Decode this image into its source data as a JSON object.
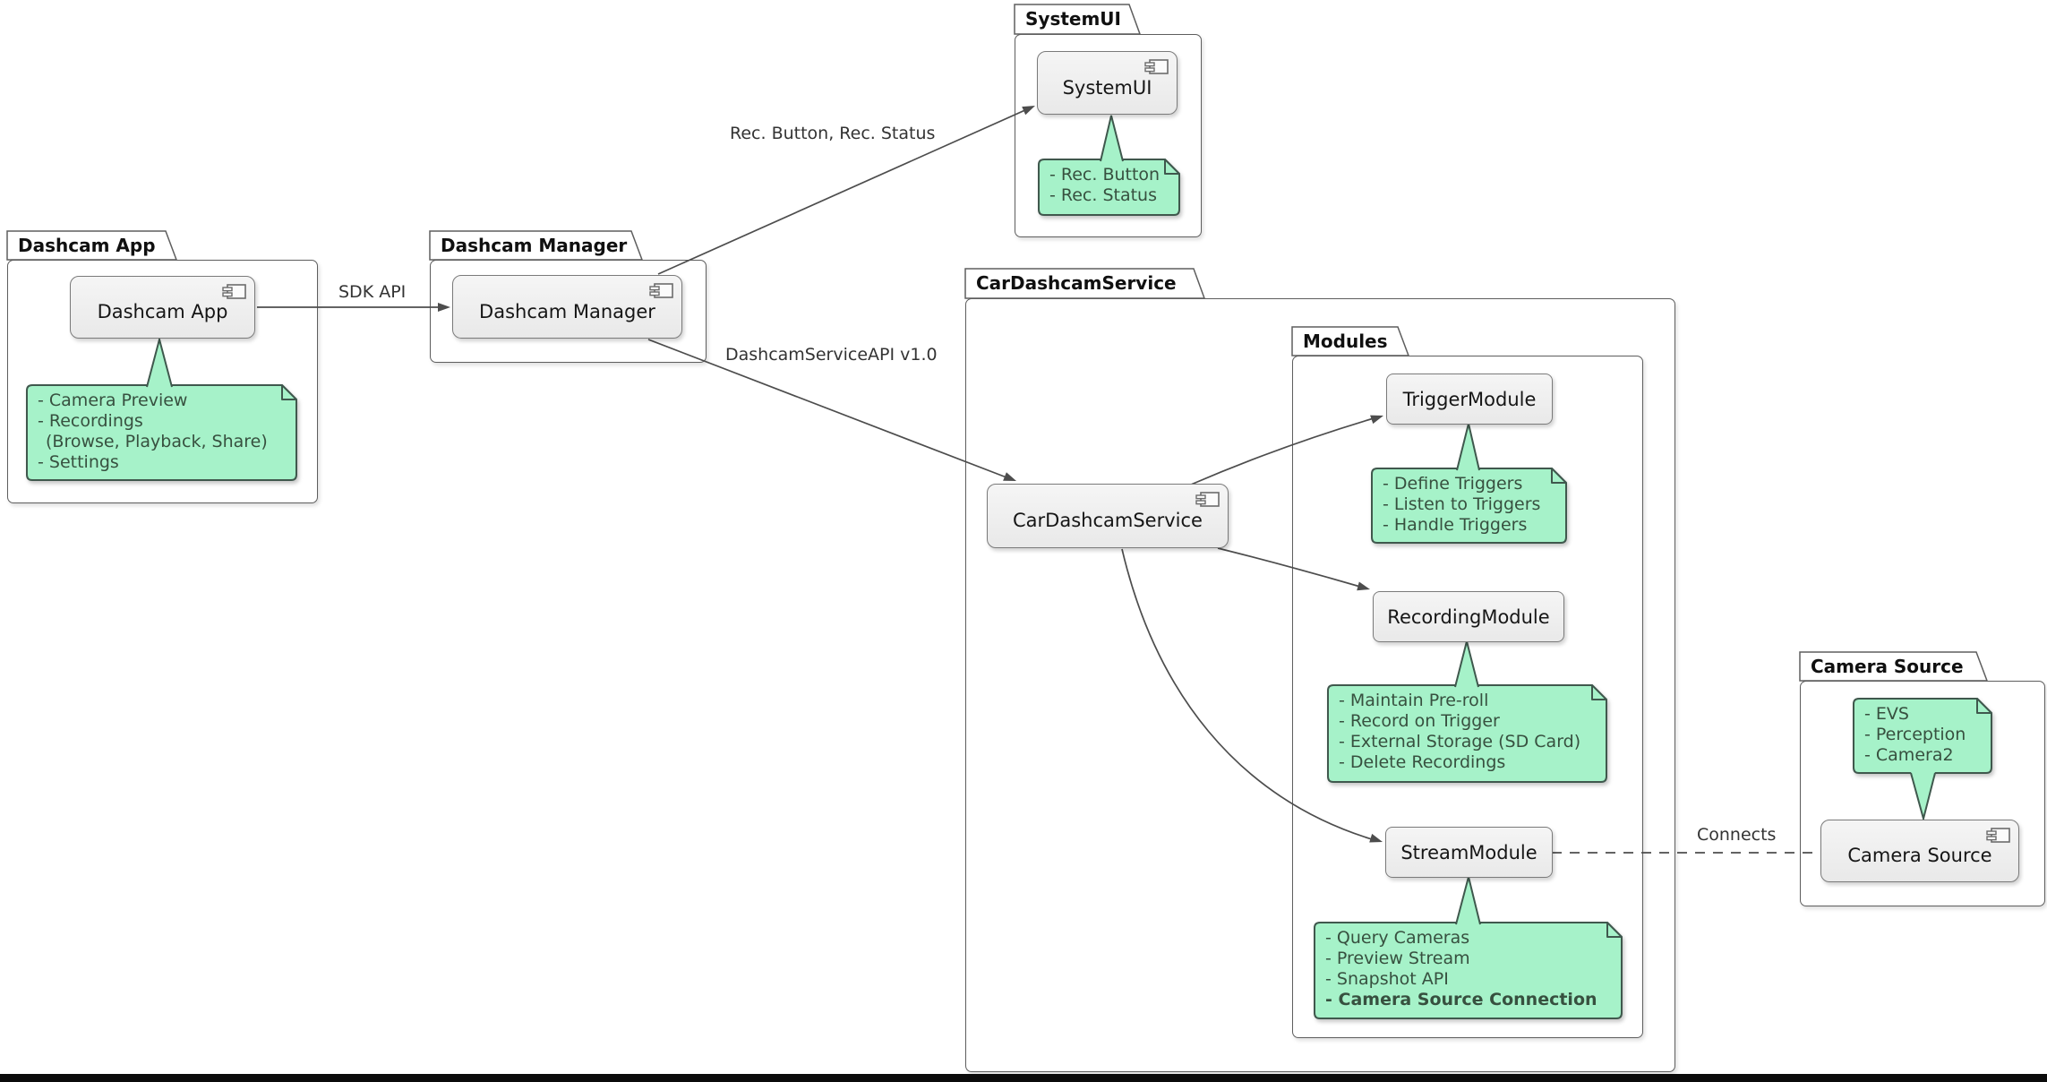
{
  "diagram": {
    "packages": [
      {
        "title": "Dashcam App"
      },
      {
        "title": "Dashcam Manager"
      },
      {
        "title": "SystemUI"
      },
      {
        "title": "CarDashcamService"
      },
      {
        "title": "Modules"
      },
      {
        "title": "Camera Source"
      }
    ],
    "components": [
      {
        "label": "Dashcam App"
      },
      {
        "label": "Dashcam Manager"
      },
      {
        "label": "SystemUI"
      },
      {
        "label": "CarDashcamService"
      },
      {
        "label": "TriggerModule"
      },
      {
        "label": "RecordingModule"
      },
      {
        "label": "StreamModule"
      },
      {
        "label": "Camera Source"
      }
    ],
    "notes": [
      {
        "attached_to": "Dashcam App",
        "lines": [
          "- Camera Preview",
          "- Recordings",
          "(Browse, Playback, Share)",
          "- Settings"
        ]
      },
      {
        "attached_to": "SystemUI",
        "lines": [
          "- Rec. Button",
          "- Rec. Status"
        ]
      },
      {
        "attached_to": "TriggerModule",
        "lines": [
          "- Define Triggers",
          "- Listen to Triggers",
          "- Handle Triggers"
        ]
      },
      {
        "attached_to": "RecordingModule",
        "lines": [
          "- Maintain Pre-roll",
          "- Record on Trigger",
          "- External Storage (SD Card)",
          "- Delete Recordings"
        ]
      },
      {
        "attached_to": "StreamModule",
        "lines": [
          "- Query Cameras",
          "- Preview Stream",
          "- Snapshot API",
          "- Camera Source Connection"
        ]
      },
      {
        "attached_to": "Camera Source",
        "lines": [
          "- EVS",
          "- Perception",
          "- Camera2"
        ]
      }
    ],
    "edges": {
      "sdk_api": "SDK API",
      "rec_button_status": "Rec. Button, Rec. Status",
      "service_api": "DashcamServiceAPI v1.0",
      "connects": "Connects"
    },
    "colors": {
      "note_fill": "#a6f2c9",
      "note_border": "#3f584d",
      "note_text": "#37503f",
      "component_fill": "#efefef",
      "component_border": "#7a7a7a",
      "package_border": "#5e5e5e",
      "line": "#4d4d4d",
      "bottom_bar": "#0b0b0b"
    }
  }
}
